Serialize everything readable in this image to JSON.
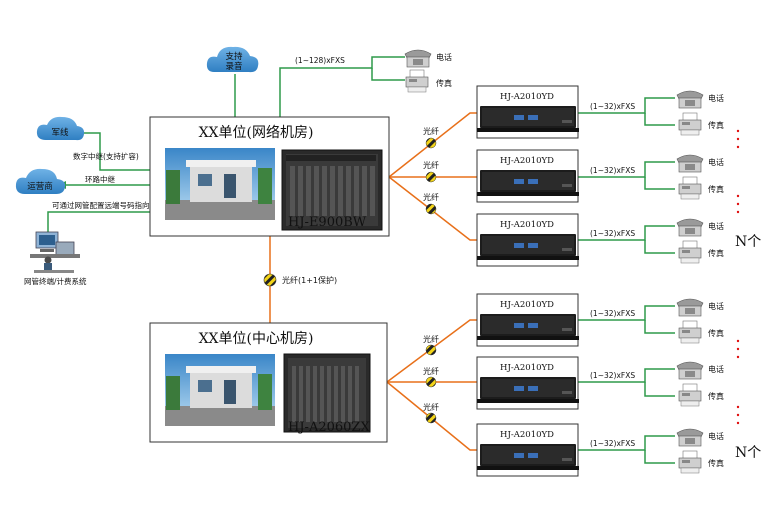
{
  "cloud_recording": {
    "line1": "支持",
    "line2": "录音"
  },
  "cloud_military": "军线",
  "cloud_carrier": "运营商",
  "top_fxs_label": "(1~128)xFXS",
  "phone_label": "电话",
  "fax_label": "传真",
  "left_labels": {
    "digital_trunk": "数字中继(支持扩容)",
    "loop_trunk": "环路中继",
    "remote_routing": "可通过网管配置远端号码指向",
    "nms": "网管终端/计费系统"
  },
  "unit_top": {
    "title": "XX单位(网络机房)",
    "model": "HJ-E900BW"
  },
  "unit_bottom": {
    "title": "XX单位(中心机房)",
    "model": "HJ-A2060ZX"
  },
  "fiber_label": "光纤",
  "backbone_label": "光纤(1+1保护)",
  "remote_model": "HJ-A2010YD",
  "remote_fxs_label": "(1~32)xFXS",
  "n_label": "N个",
  "colors": {
    "green": "#2e9a4a",
    "orange": "#e8701a",
    "red": "#e01010",
    "cloud": "#3d8fd0"
  }
}
